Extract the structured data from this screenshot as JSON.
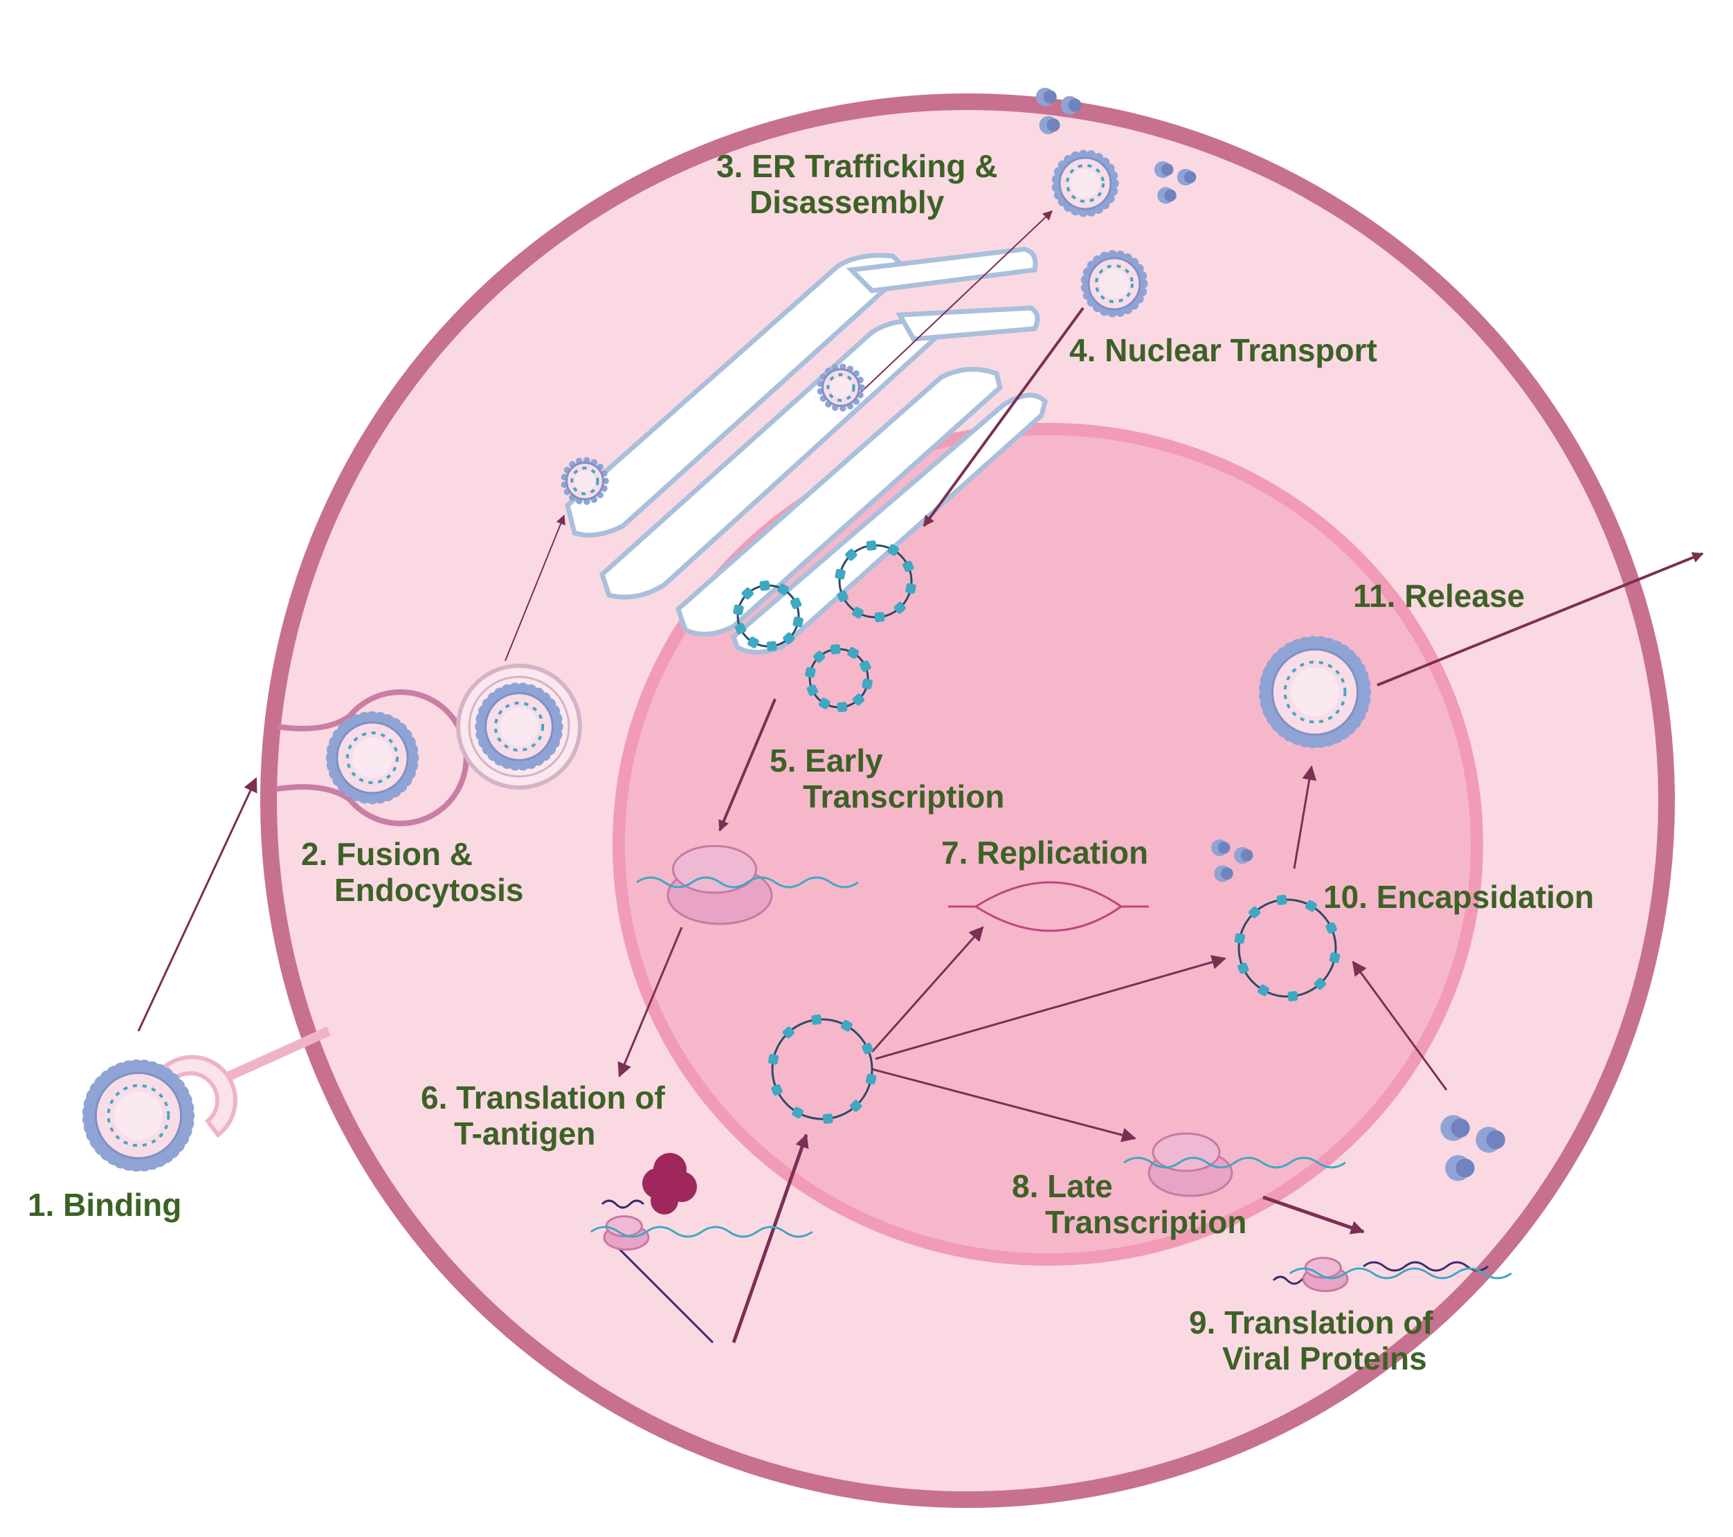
{
  "colors": {
    "label": "#3c6226",
    "cell_fill": "#fbd9e3",
    "cell_border": "#c8708f",
    "nucleus_fill": "#f6b7cb",
    "nucleus_border": "#f19bb7",
    "arrow": "#7a2f53",
    "capsid": "#8fa4d4",
    "dna": "#3fa8c2",
    "er_fill": "#ffffff",
    "er_border": "#a9bfdc"
  },
  "icons": {
    "virion": "virion-icon",
    "receptor": "receptor-icon",
    "endosome": "endosome-icon",
    "er": "endoplasmic-reticulum-icon",
    "viral_genome": "circular-dna-icon",
    "ribosome": "ribosome-icon",
    "protein": "capsid-protein-icon",
    "t_antigen": "t-antigen-icon",
    "mrna": "mrna-icon"
  },
  "steps": {
    "binding": {
      "num": "1.",
      "text": "Binding"
    },
    "fusion": {
      "num": "2.",
      "line1": "Fusion &",
      "line2": "Endocytosis"
    },
    "er": {
      "num": "3.",
      "line1": "ER Trafficking &",
      "line2": "Disassembly"
    },
    "nuclear": {
      "num": "4.",
      "text": "Nuclear Transport"
    },
    "early": {
      "num": "5.",
      "line1": "Early",
      "line2": "Transcription"
    },
    "tantigen": {
      "num": "6.",
      "line1": "Translation of",
      "line2": "T-antigen"
    },
    "replication": {
      "num": "7.",
      "text": "Replication"
    },
    "late": {
      "num": "8.",
      "line1": "Late",
      "line2": "Transcription"
    },
    "viral_proteins": {
      "num": "9.",
      "line1": "Translation of",
      "line2": "Viral Proteins"
    },
    "encapsidation": {
      "num": "10.",
      "text": "Encapsidation"
    },
    "release": {
      "num": "11.",
      "text": "Release"
    }
  }
}
